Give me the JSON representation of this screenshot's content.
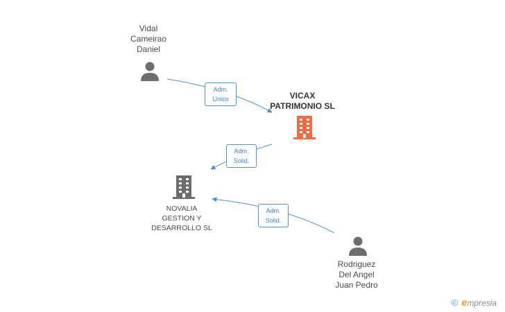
{
  "nodes": {
    "person_vidal": {
      "lines": [
        "Vidal",
        "Cameirao",
        "Daniel"
      ],
      "icon": "person-icon",
      "color": "#6d6d6d"
    },
    "company_vicax": {
      "lines": [
        "VICAX",
        "PATRIMONIO SL"
      ],
      "icon": "building-icon",
      "color": "#f26a3d"
    },
    "company_novalia": {
      "lines": [
        "NOVALIA",
        "GESTION Y",
        "DESARROLLO SL"
      ],
      "icon": "building-icon",
      "color": "#6d6d6d"
    },
    "person_rodriguez": {
      "lines": [
        "Rodriguez",
        "Del Angel",
        "Juan Pedro"
      ],
      "icon": "person-icon",
      "color": "#6d6d6d"
    }
  },
  "edges": [
    {
      "from": "person_vidal",
      "to": "company_vicax",
      "role": [
        "Adm.",
        "Unico"
      ]
    },
    {
      "from": "company_vicax",
      "to": "company_novalia",
      "role": [
        "Adm.",
        "Solid."
      ]
    },
    {
      "from": "person_rodriguez",
      "to": "company_novalia",
      "role": [
        "Adm.",
        "Solid."
      ]
    }
  ],
  "colors": {
    "edge": "#4a90d9",
    "highlight": "#f26a3d",
    "neutral": "#6d6d6d"
  },
  "footer": {
    "copyright": "©",
    "brand_initial": "e",
    "brand_rest": "mpresia"
  }
}
